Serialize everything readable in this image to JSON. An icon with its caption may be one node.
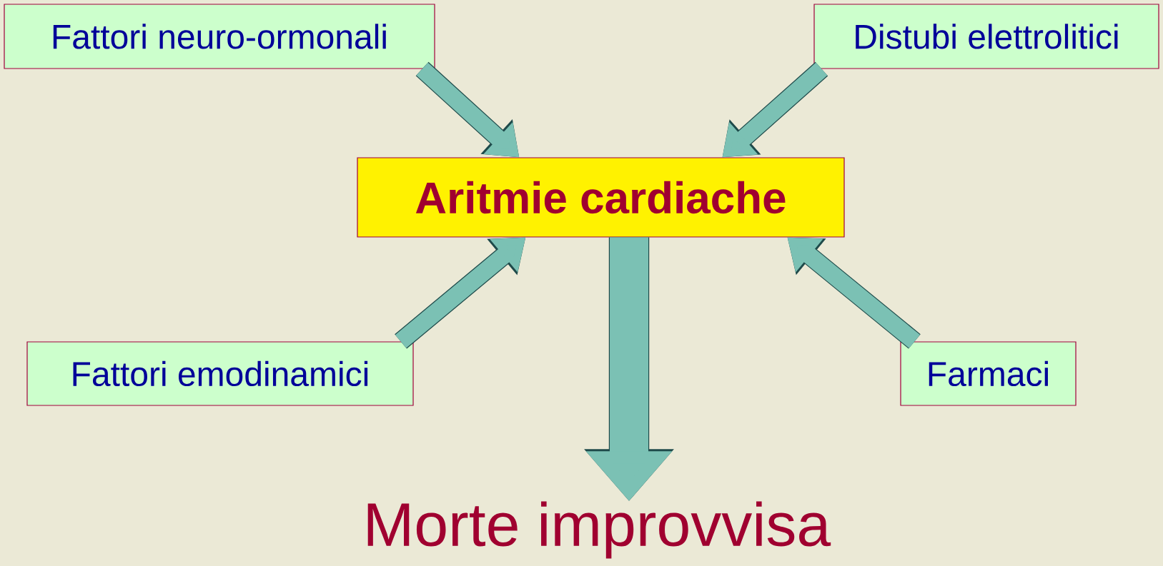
{
  "diagram": {
    "nodes": [
      {
        "text": [
          "Fattori neuro-ormonali"
        ]
      },
      {
        "text": [
          "Distubi elettrolitici"
        ]
      },
      {
        "text": [
          "Aritmie cardiache"
        ]
      },
      {
        "text": [
          "Fattori emodinamici"
        ]
      },
      {
        "text": [
          "Farmaci"
        ]
      },
      {
        "text": [
          "Morte improvvisa"
        ]
      }
    ],
    "edges": [
      {
        "from": 0,
        "to": 2,
        "arrow": "to"
      },
      {
        "from": 1,
        "to": 2,
        "arrow": "to"
      },
      {
        "from": 3,
        "to": 2,
        "arrow": "to"
      },
      {
        "from": 4,
        "to": 2,
        "arrow": "to"
      },
      {
        "from": 2,
        "to": 5,
        "arrow": "to",
        "style": "thick"
      }
    ]
  }
}
